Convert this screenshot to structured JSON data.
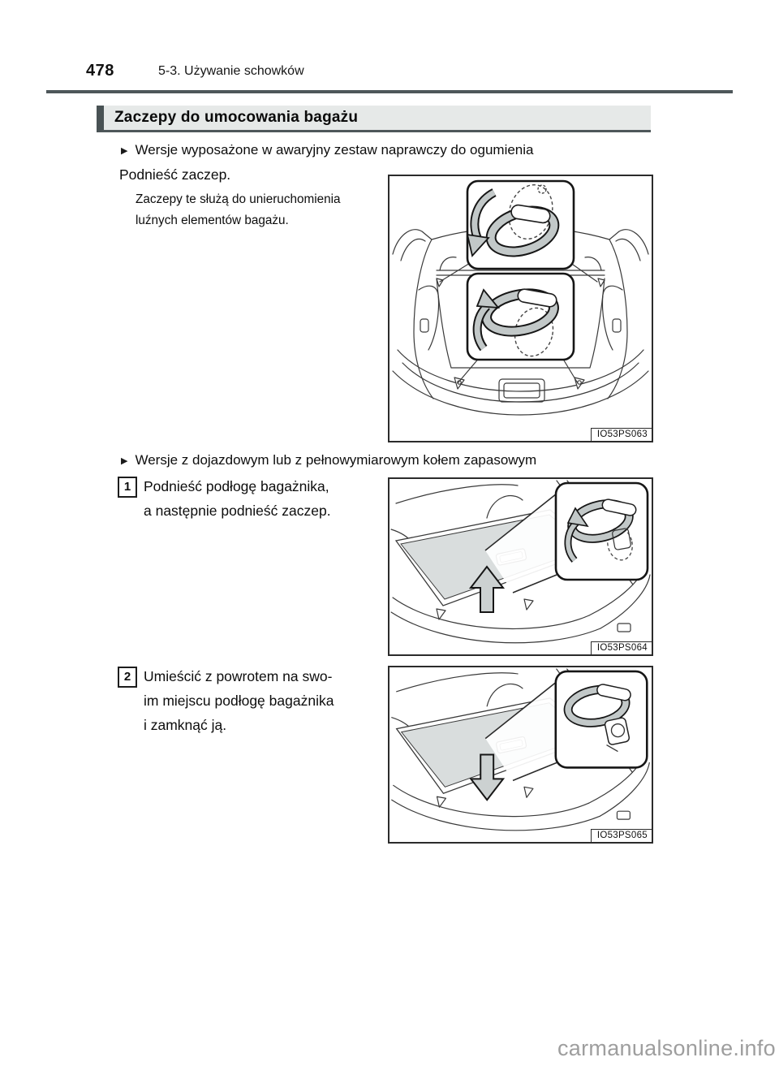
{
  "page": {
    "number": "478",
    "chapter": "5-3. Używanie schowków",
    "watermark": "carmanualsonline.info"
  },
  "section": {
    "title": "Zaczepy do umocowania bagażu"
  },
  "content": {
    "variant1": {
      "bullet": "▶",
      "heading": "Wersje wyposażone w awaryjny zestaw naprawczy do ogumienia",
      "instruction": "Podnieść zaczep.",
      "note": [
        "Zaczepy te służą do unieruchomienia",
        "luźnych elementów bagażu."
      ],
      "figure_label": "IO53PS063"
    },
    "variant2": {
      "bullet": "▶",
      "heading": "Wersje z dojazdowym lub z pełnowymiarowym kołem zapasowym",
      "steps": [
        {
          "number": "1",
          "lines": [
            "Podnieść podłogę bagażnika,",
            "a następnie podnieść zaczep."
          ],
          "figure_label": "IO53PS064"
        },
        {
          "number": "2",
          "lines": [
            "Umieścić z powrotem na swo-",
            "im miejscu podłogę bagażnika",
            "i zamknąć ją."
          ],
          "figure_label": "IO53PS065"
        }
      ]
    }
  },
  "colors": {
    "accent_bar": "#495254",
    "header_bg": "#e6e9e8",
    "rule": "#4e575a",
    "figure_gray": "#d9dddd",
    "hook_gray": "#c2c8c8",
    "watermark": "#9e9e9e"
  }
}
